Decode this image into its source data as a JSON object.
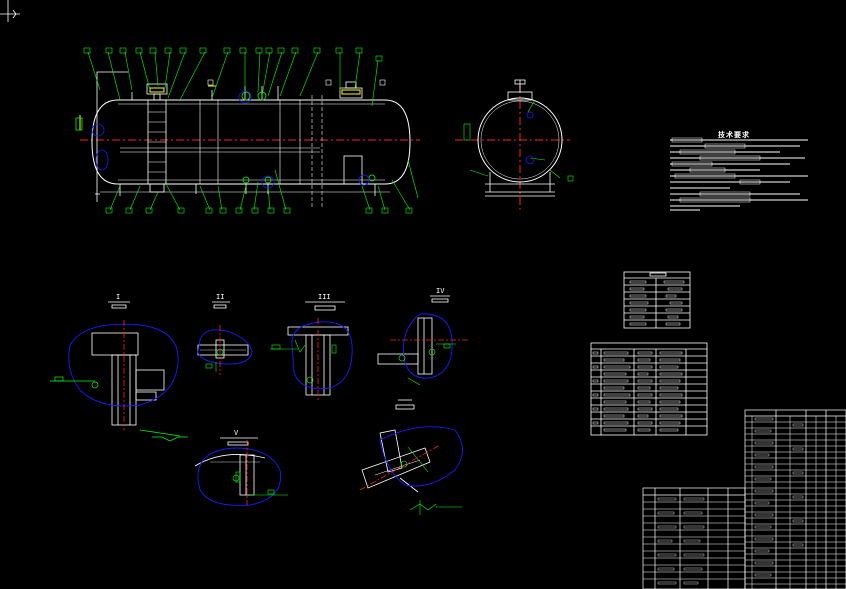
{
  "drawing": {
    "background_color": "#000000",
    "line_color": "#ffffff",
    "annotation_color": "#00ff00",
    "detail_boundary_color": "#1a1aff",
    "centerline_color": "#ff2020",
    "highlight_color": "#ffff00"
  },
  "views": {
    "main_elevation": "horizontal-vessel-elevation",
    "side_view": "vessel-end-section"
  },
  "details": [
    {
      "id": "I"
    },
    {
      "id": "II"
    },
    {
      "id": "III"
    },
    {
      "id": "IV"
    },
    {
      "id": "V"
    }
  ],
  "tables": {
    "technical_requirements_title": "技术要求"
  },
  "icons": {
    "origin_marker": "ucs-origin-icon"
  }
}
